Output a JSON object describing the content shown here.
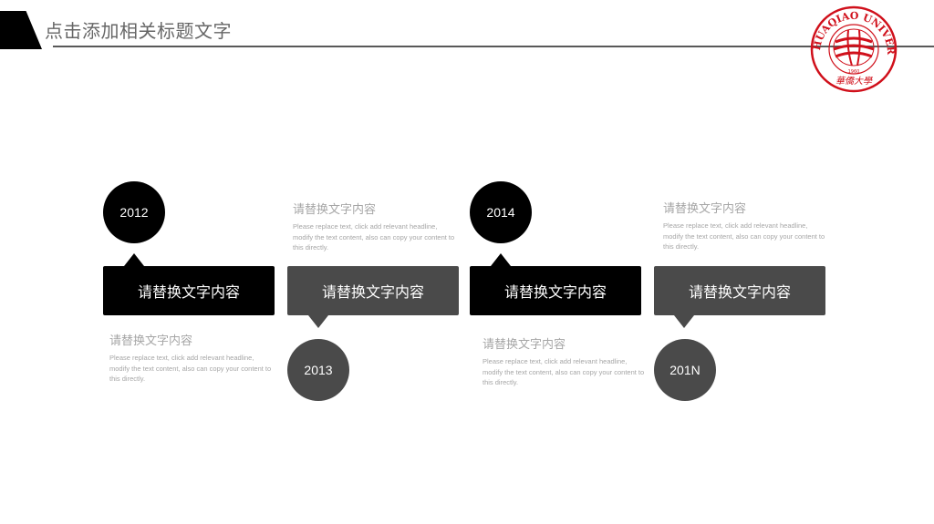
{
  "header": {
    "title": "点击添加相关标题文字"
  },
  "logo": {
    "ring_text": "HUAQIAO UNIVERSITY",
    "year_text": "1960",
    "seal_text": "華僑大學",
    "color": "#d0101b"
  },
  "timeline": [
    {
      "year": "2012",
      "box_label": "请替换文字内容",
      "desc_title": "请替换文字内容",
      "desc_body": "Please replace text, click add relevant headline, modify the text content, also can copy your content to this directly.",
      "color": "#000000"
    },
    {
      "year": "2013",
      "box_label": "请替换文字内容",
      "desc_title": "请替换文字内容",
      "desc_body": "Please replace text, click add relevant headline, modify the text content, also can copy your content to this directly.",
      "color": "#4a4a4a"
    },
    {
      "year": "2014",
      "box_label": "请替换文字内容",
      "desc_title": "请替换文字内容",
      "desc_body": "Please replace text, click add relevant headline, modify the text content, also can copy your content to this directly.",
      "color": "#000000"
    },
    {
      "year": "201N",
      "box_label": "请替换文字内容",
      "desc_title": "请替换文字内容",
      "desc_body": "Please replace text, click add relevant headline, modify the text content, also can copy your content to this directly.",
      "color": "#4a4a4a"
    }
  ]
}
